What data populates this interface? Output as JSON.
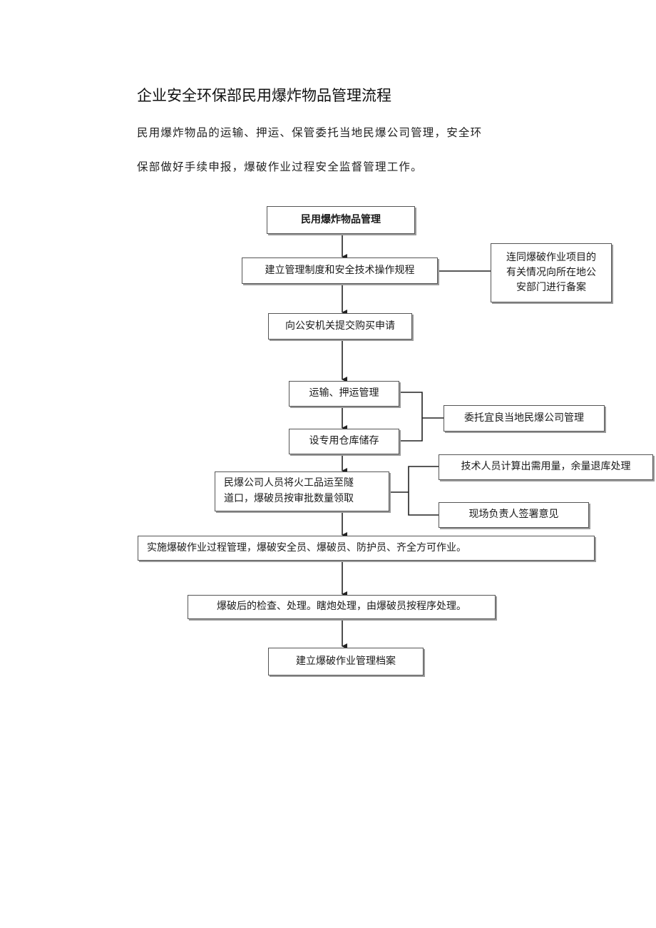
{
  "header": {
    "title": "企业安全环保部民用爆炸物品管理流程",
    "para_line1": "民用爆炸物品的运输、押运、保管委托当地民爆公司管理，安全环",
    "para_line2": "保部做好手续申报，爆破作业过程安全监督管理工作。"
  },
  "flow": {
    "n1": "民用爆炸物品管理",
    "n2": "建立管理制度和安全技术操作规程",
    "n2_side": "连同爆破作业项目的\n有关情况向所在地公\n安部门进行备案",
    "n3": "向公安机关提交购买申请",
    "n4": "运输、押运管理",
    "n5": "设专用仓库储存",
    "n45_side": "委托宜良当地民爆公司管理",
    "n6": "民爆公司人员将火工品运至隧\n道口，爆破员按审批数量领取",
    "n6_side1": "技术人员计算出需用量，余量退库处理",
    "n6_side2": "现场负责人签署意见",
    "n7": "实施爆破作业过程管理，爆破安全员、爆破员、防护员、齐全方可作业。",
    "n8": "爆破后的检查、处理。瞎炮处理，由爆破员按程序处理。",
    "n9": "建立爆破作业管理档案"
  }
}
